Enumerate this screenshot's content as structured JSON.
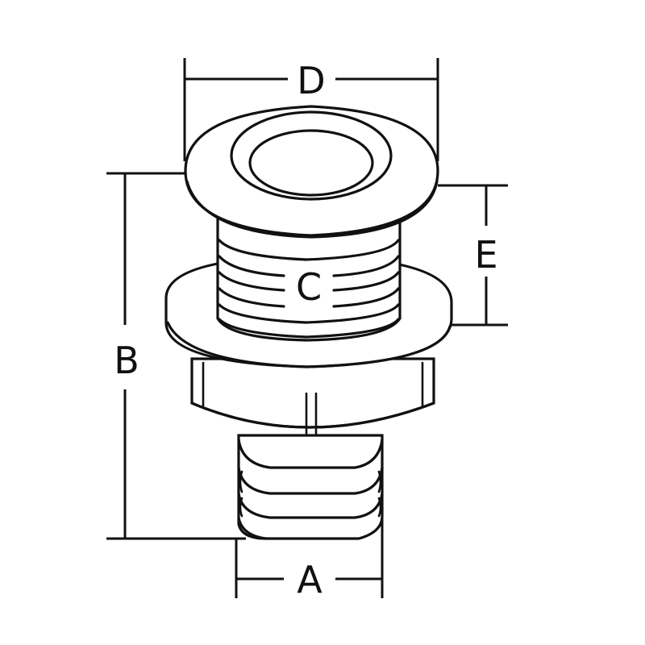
{
  "diagram": {
    "subject": "through-hull fitting dimension drawing",
    "labels": {
      "A": "A",
      "B": "B",
      "C": "C",
      "D": "D",
      "E": "E"
    },
    "colors": {
      "line": "#111111",
      "background": "#ffffff"
    }
  }
}
